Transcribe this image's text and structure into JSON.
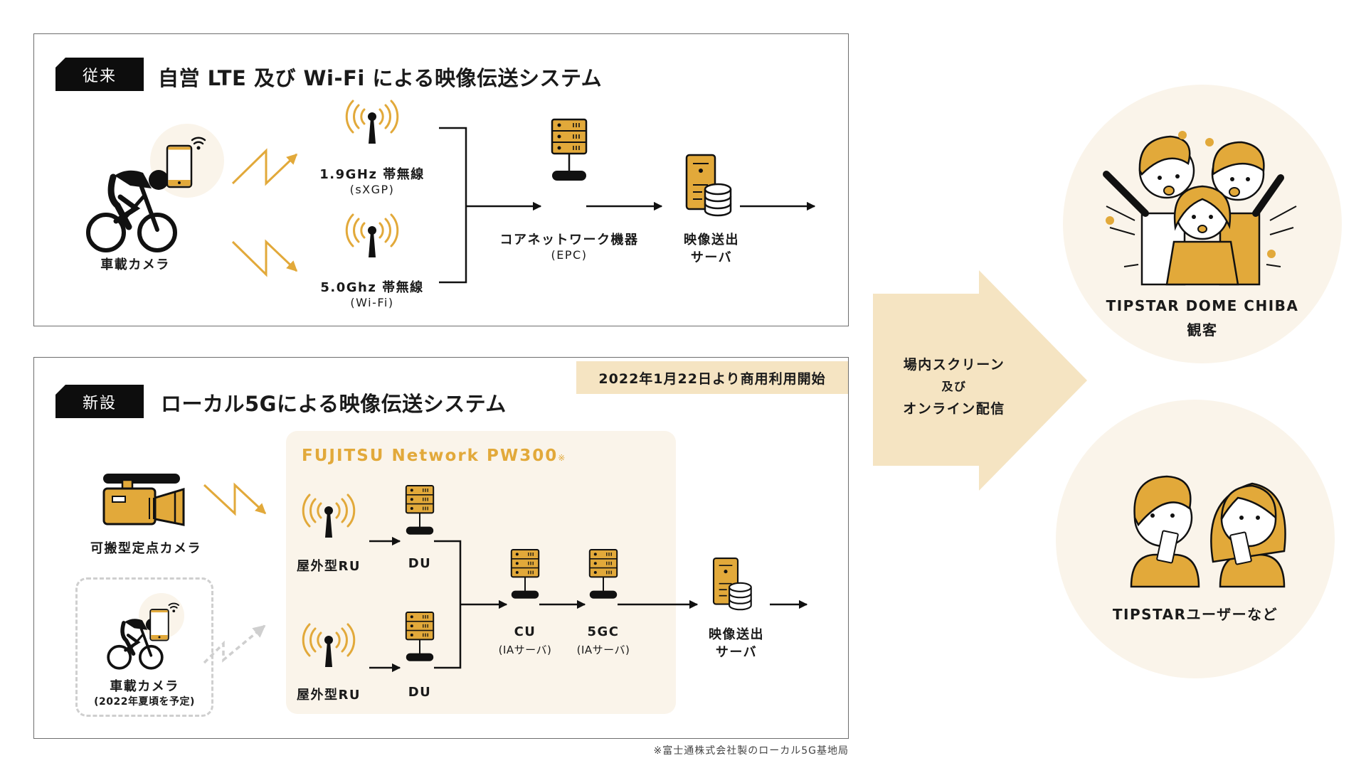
{
  "colors": {
    "accent": "#e2a93a",
    "accent_light": "#faf4ea",
    "date_badge": "#f5e4c2",
    "arrow_fill": "#f5e4c2",
    "dark": "#0d0d0d"
  },
  "conventional": {
    "badge": "従来",
    "title": "自営 LTE 及び Wi-Fi による映像伝送システム",
    "camera_label": "車載カメラ",
    "antenna_1": {
      "label": "1.9GHz 帯無線",
      "sub": "(sXGP)"
    },
    "antenna_2": {
      "label": "5.0Ghz 帯無線",
      "sub": "(Wi-Fi)"
    },
    "core": {
      "label": "コアネットワーク機器",
      "sub": "(EPC)"
    },
    "video_server": {
      "line1": "映像送出",
      "line2": "サーバ"
    }
  },
  "new_system": {
    "badge": "新設",
    "title": "ローカル5Gによる映像伝送システム",
    "date_badge": "2022年1月22日より商用利用開始",
    "fixed_camera_label": "可搬型定点カメラ",
    "vehicle_camera_label": "車載カメラ",
    "vehicle_camera_note": "(2022年夏頃を予定)",
    "fujitsu": {
      "name": "FUJITSU Network PW300",
      "mark": "※"
    },
    "ru_1": "屋外型RU",
    "ru_2": "屋外型RU",
    "du_1": "DU",
    "du_2": "DU",
    "cu": {
      "label": "CU",
      "sub": "(IAサーバ)"
    },
    "gc": {
      "label": "5GC",
      "sub": "(IAサーバ)"
    },
    "video_server": {
      "line1": "映像送出",
      "line2": "サーバ"
    }
  },
  "distribution": {
    "line1": "場内スクリーン",
    "line2": "及び",
    "line3": "オンライン配信"
  },
  "audiences": [
    {
      "line1": "TIPSTAR DOME CHIBA",
      "line2": "観客"
    },
    {
      "line1": "TIPSTARユーザーなど"
    }
  ],
  "footnote": "※富士通株式会社製のローカル5G基地局"
}
